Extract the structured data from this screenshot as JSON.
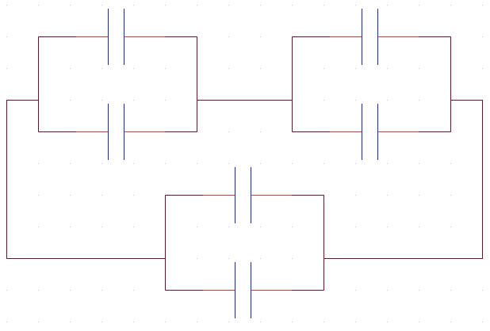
{
  "diagram": {
    "kind": "capacitor-network-schematic",
    "colors": {
      "background": "#ffffff",
      "wire": "#6a1030",
      "lead_highlight": "#d04040",
      "capacitor_plate": "#1a2f9c",
      "grid_dot": "#c8c8c8"
    },
    "groups": [
      {
        "name": "top-left-parallel-pair",
        "components": [
          {
            "type": "capacitor",
            "position": "upper"
          },
          {
            "type": "capacitor",
            "position": "lower"
          }
        ]
      },
      {
        "name": "top-right-parallel-pair",
        "components": [
          {
            "type": "capacitor",
            "position": "upper"
          },
          {
            "type": "capacitor",
            "position": "lower"
          }
        ]
      },
      {
        "name": "bottom-parallel-pair",
        "components": [
          {
            "type": "capacitor",
            "position": "upper"
          },
          {
            "type": "capacitor",
            "position": "lower"
          }
        ]
      }
    ]
  }
}
